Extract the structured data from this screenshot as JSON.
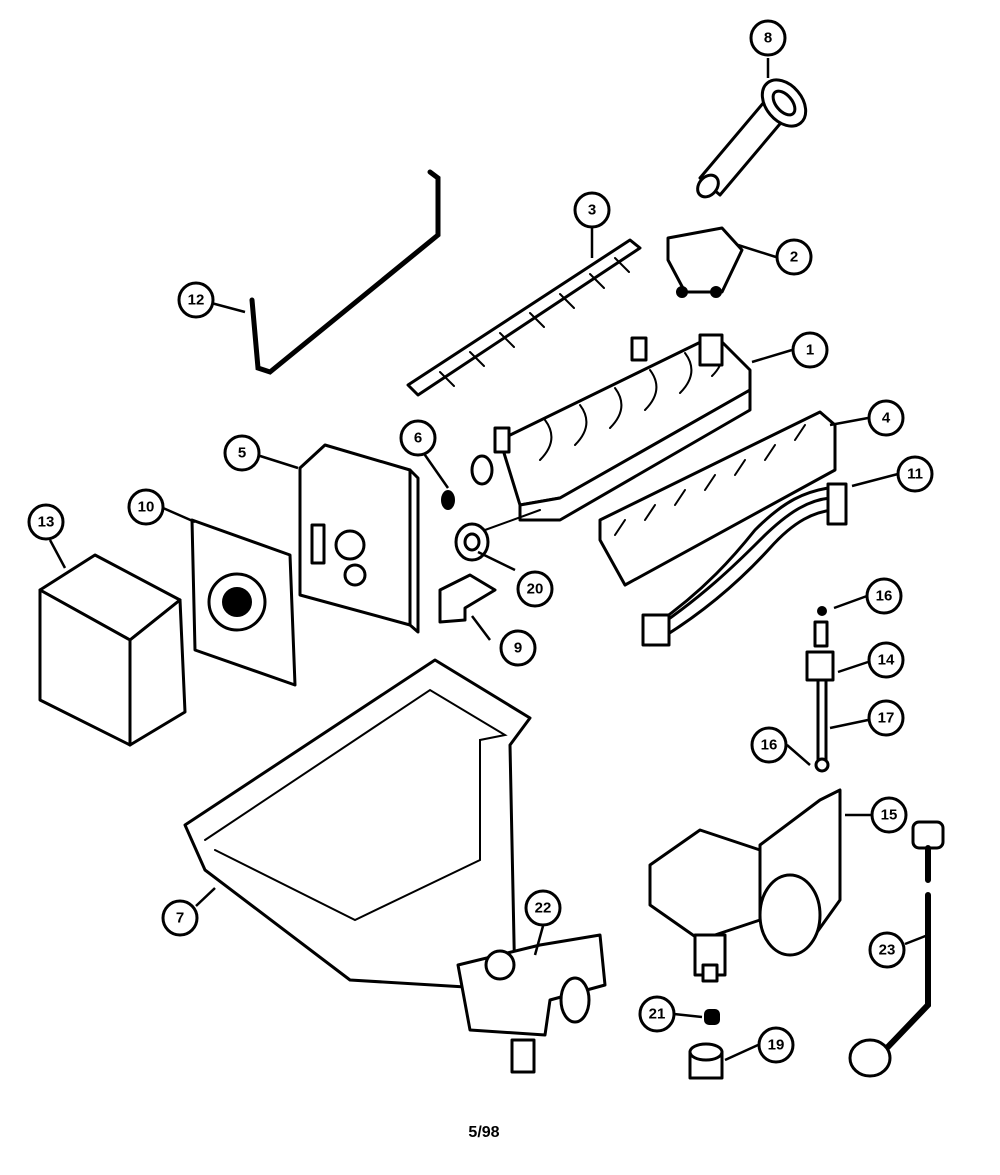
{
  "callouts": {
    "c1": "1",
    "c2": "2",
    "c3": "3",
    "c4": "4",
    "c5": "5",
    "c6": "6",
    "c7": "7",
    "c8": "8",
    "c9": "9",
    "c10": "10",
    "c11": "11",
    "c12": "12",
    "c13": "13",
    "c14": "14",
    "c15": "15",
    "c16a": "16",
    "c16b": "16",
    "c17": "17",
    "c19": "19",
    "c20": "20",
    "c21": "21",
    "c22": "22",
    "c23": "23"
  },
  "footer": {
    "date": "5/98"
  }
}
